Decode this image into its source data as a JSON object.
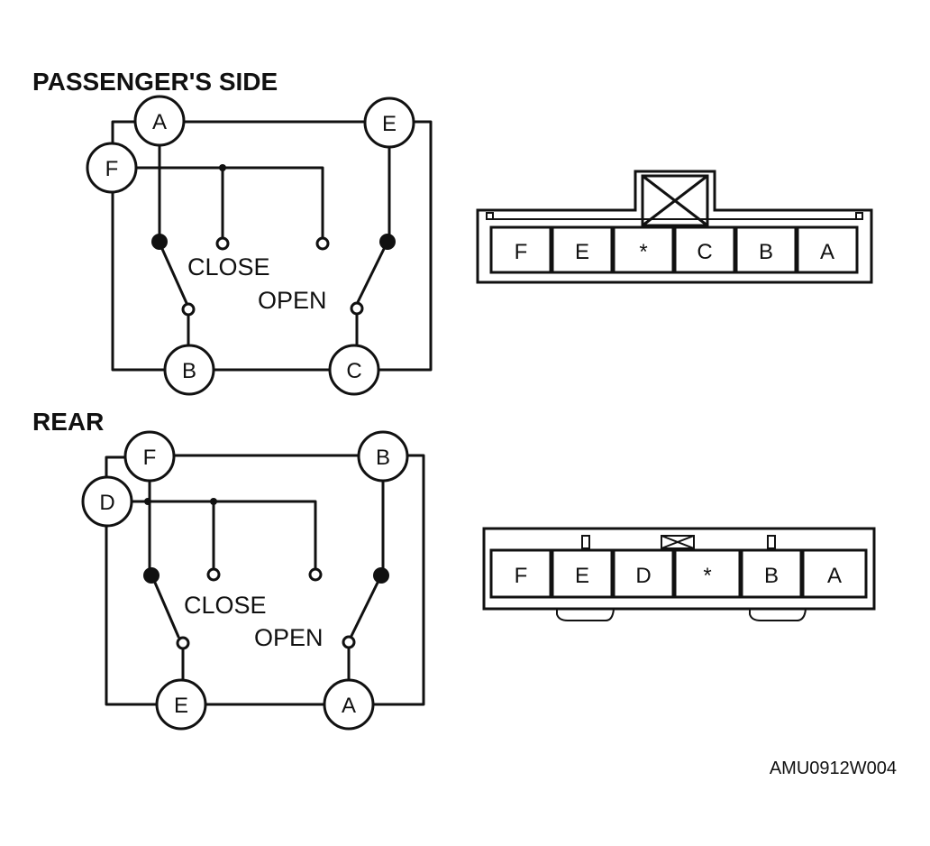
{
  "passenger": {
    "heading": "PASSENGER'S SIDE",
    "terminals": {
      "a": "A",
      "e": "E",
      "f": "F",
      "b": "B",
      "c": "C"
    },
    "close_label": "CLOSE",
    "open_label": "OPEN",
    "connector_pins": [
      "F",
      "E",
      "*",
      "C",
      "B",
      "A"
    ]
  },
  "rear": {
    "heading": "REAR",
    "terminals": {
      "f": "F",
      "b": "B",
      "d": "D",
      "e": "E",
      "a": "A"
    },
    "close_label": "CLOSE",
    "open_label": "OPEN",
    "connector_pins": [
      "F",
      "E",
      "D",
      "*",
      "B",
      "A"
    ]
  },
  "figure_code": "AMU0912W004"
}
